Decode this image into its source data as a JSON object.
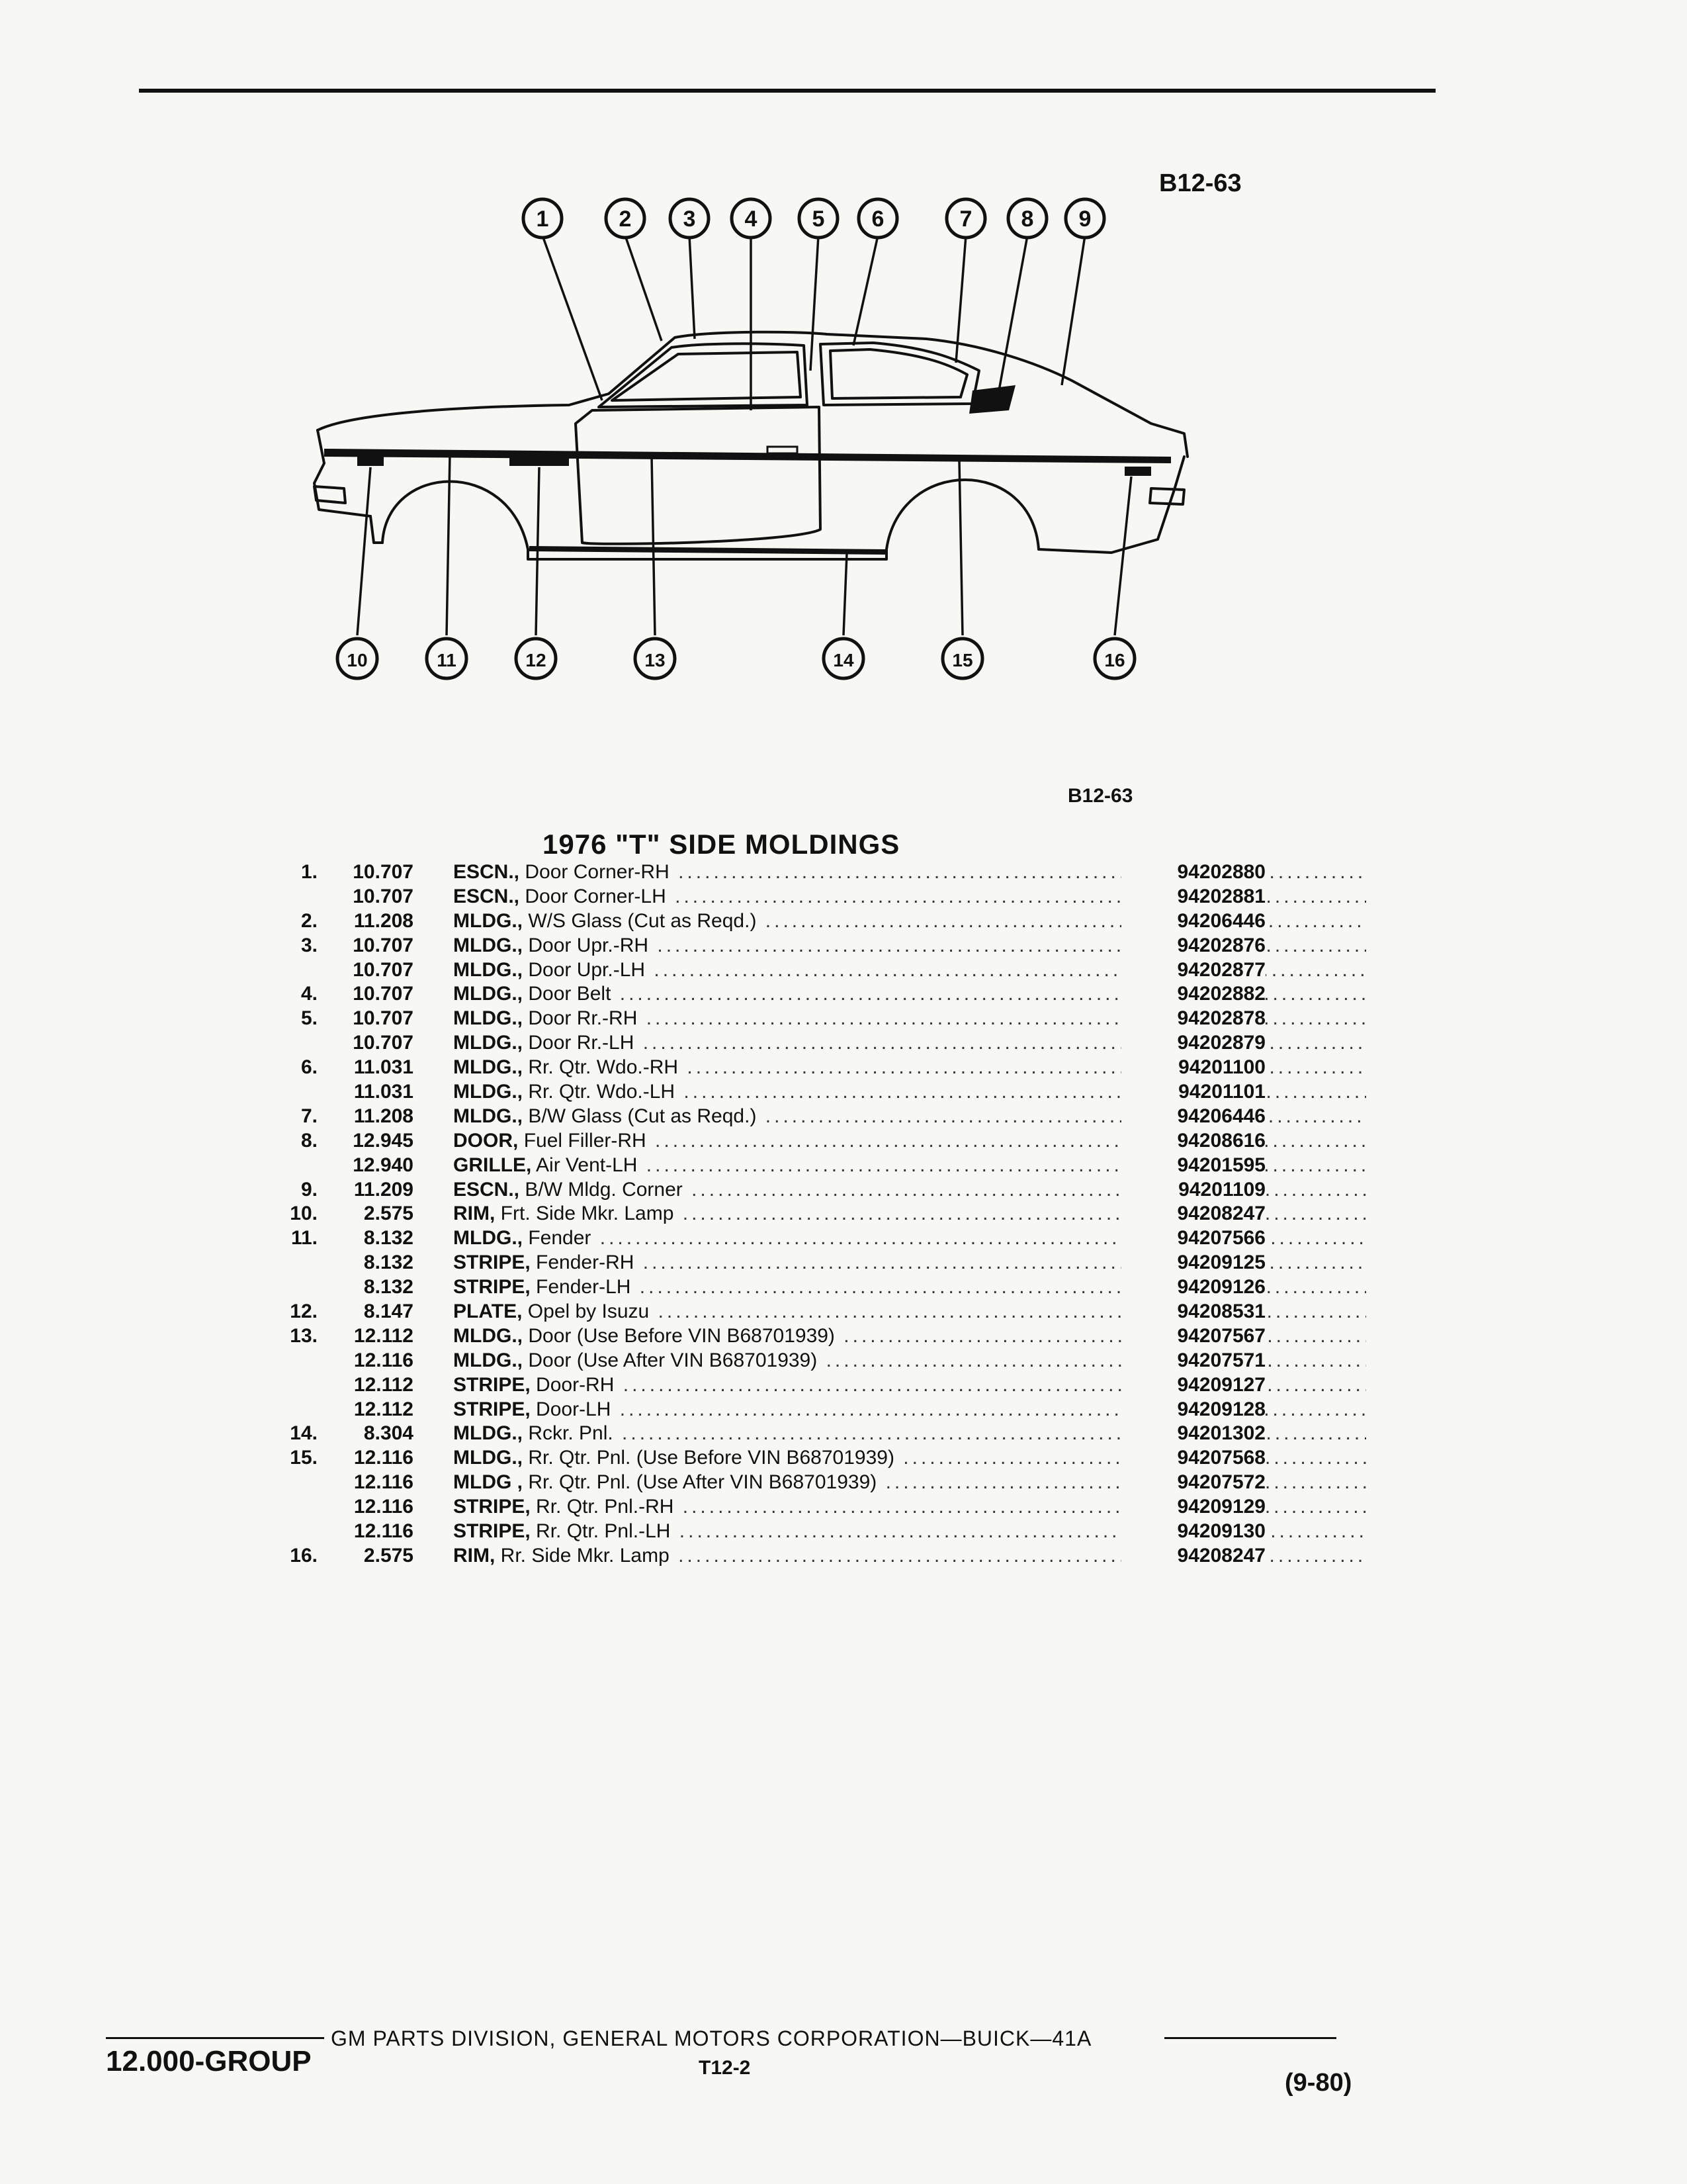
{
  "figure_code_top": "B12-63",
  "figure_code_bottom": "B12-63",
  "callouts": [
    "1",
    "2",
    "3",
    "4",
    "5",
    "6",
    "7",
    "8",
    "9",
    "10",
    "11",
    "12",
    "13",
    "14",
    "15",
    "16"
  ],
  "section_title": "1976 \"T\" SIDE MOLDINGS",
  "parts": [
    {
      "ref": "1.",
      "group": "10.707",
      "name": "ESCN.,",
      "desc": "Door Corner-RH",
      "part_no": "94202880"
    },
    {
      "ref": "",
      "group": "10.707",
      "name": "ESCN.,",
      "desc": "Door Corner-LH",
      "part_no": "94202881"
    },
    {
      "ref": "2.",
      "group": "11.208",
      "name": "MLDG.,",
      "desc": "W/S Glass (Cut as Reqd.)",
      "part_no": "94206446"
    },
    {
      "ref": "3.",
      "group": "10.707",
      "name": "MLDG.,",
      "desc": "Door Upr.-RH",
      "part_no": "94202876"
    },
    {
      "ref": "",
      "group": "10.707",
      "name": "MLDG.,",
      "desc": "Door Upr.-LH",
      "part_no": "94202877"
    },
    {
      "ref": "4.",
      "group": "10.707",
      "name": "MLDG.,",
      "desc": "Door Belt",
      "part_no": "94202882"
    },
    {
      "ref": "5.",
      "group": "10.707",
      "name": "MLDG.,",
      "desc": "Door Rr.-RH",
      "part_no": "94202878"
    },
    {
      "ref": "",
      "group": "10.707",
      "name": "MLDG.,",
      "desc": "Door Rr.-LH",
      "part_no": "94202879"
    },
    {
      "ref": "6.",
      "group": "11.031",
      "name": "MLDG.,",
      "desc": "Rr. Qtr. Wdo.-RH",
      "part_no": "94201100"
    },
    {
      "ref": "",
      "group": "11.031",
      "name": "MLDG.,",
      "desc": "Rr. Qtr. Wdo.-LH",
      "part_no": "94201101"
    },
    {
      "ref": "7.",
      "group": "11.208",
      "name": "MLDG.,",
      "desc": "B/W Glass (Cut as Reqd.)",
      "part_no": "94206446"
    },
    {
      "ref": "8.",
      "group": "12.945",
      "name": "DOOR,",
      "desc": "Fuel Filler-RH",
      "part_no": "94208616"
    },
    {
      "ref": "",
      "group": "12.940",
      "name": "GRILLE,",
      "desc": "Air Vent-LH",
      "part_no": "94201595"
    },
    {
      "ref": "9.",
      "group": "11.209",
      "name": "ESCN.,",
      "desc": "B/W Mldg. Corner",
      "part_no": "94201109"
    },
    {
      "ref": "10.",
      "group": "2.575",
      "name": "RIM,",
      "desc": "Frt. Side Mkr. Lamp",
      "part_no": "94208247"
    },
    {
      "ref": "11.",
      "group": "8.132",
      "name": "MLDG.,",
      "desc": "Fender",
      "part_no": "94207566"
    },
    {
      "ref": "",
      "group": "8.132",
      "name": "STRIPE,",
      "desc": "Fender-RH",
      "part_no": "94209125"
    },
    {
      "ref": "",
      "group": "8.132",
      "name": "STRIPE,",
      "desc": "Fender-LH",
      "part_no": "94209126"
    },
    {
      "ref": "12.",
      "group": "8.147",
      "name": "PLATE,",
      "desc": "Opel by Isuzu",
      "part_no": "94208531"
    },
    {
      "ref": "13.",
      "group": "12.112",
      "name": "MLDG.,",
      "desc": "Door (Use Before VIN B68701939)",
      "part_no": "94207567"
    },
    {
      "ref": "",
      "group": "12.116",
      "name": "MLDG.,",
      "desc": "Door (Use After VIN B68701939)",
      "part_no": "94207571"
    },
    {
      "ref": "",
      "group": "12.112",
      "name": "STRIPE,",
      "desc": "Door-RH",
      "part_no": "94209127"
    },
    {
      "ref": "",
      "group": "12.112",
      "name": "STRIPE,",
      "desc": "Door-LH",
      "part_no": "94209128"
    },
    {
      "ref": "14.",
      "group": "8.304",
      "name": "MLDG.,",
      "desc": "Rckr. Pnl.",
      "part_no": "94201302"
    },
    {
      "ref": "15.",
      "group": "12.116",
      "name": "MLDG.,",
      "desc": "Rr. Qtr. Pnl. (Use Before VIN B68701939)",
      "part_no": "94207568"
    },
    {
      "ref": "",
      "group": "12.116",
      "name": "MLDG ,",
      "desc": "Rr. Qtr. Pnl. (Use After VIN B68701939)",
      "part_no": "94207572"
    },
    {
      "ref": "",
      "group": "12.116",
      "name": "STRIPE,",
      "desc": "Rr. Qtr. Pnl.-RH",
      "part_no": "94209129"
    },
    {
      "ref": "",
      "group": "12.116",
      "name": "STRIPE,",
      "desc": "Rr. Qtr. Pnl.-LH",
      "part_no": "94209130"
    },
    {
      "ref": "16.",
      "group": "2.575",
      "name": "RIM,",
      "desc": "Rr. Side Mkr. Lamp",
      "part_no": "94208247"
    }
  ],
  "footer": {
    "group": "12.000-GROUP",
    "line": "GM PARTS DIVISION, GENERAL MOTORS CORPORATION—BUICK—41A",
    "page_id": "T12-2",
    "date_code": "(9-80)"
  }
}
